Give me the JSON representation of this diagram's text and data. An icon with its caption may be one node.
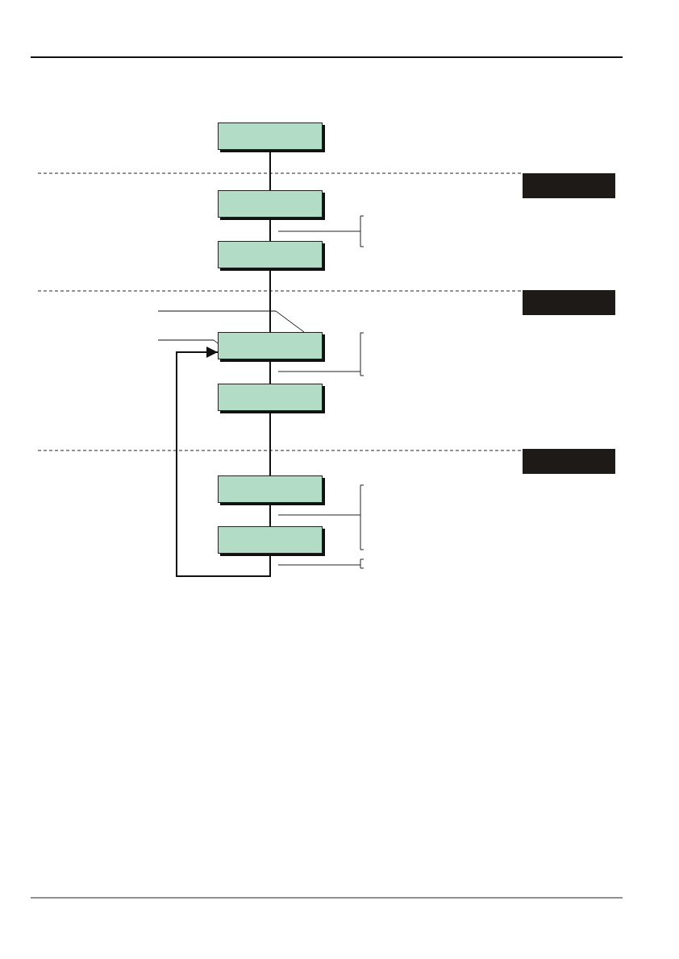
{
  "diagram": {
    "nodes": [
      {
        "text": [],
        "shape": "box"
      },
      {
        "text": [],
        "shape": "box"
      },
      {
        "text": [],
        "shape": "box"
      },
      {
        "text": [],
        "shape": "box"
      },
      {
        "text": [],
        "shape": "box"
      },
      {
        "text": [],
        "shape": "box"
      },
      {
        "text": [],
        "shape": "box"
      },
      {
        "text": [],
        "shape": "bar"
      },
      {
        "text": [],
        "shape": "bar"
      },
      {
        "text": [],
        "shape": "bar"
      }
    ],
    "edges": [
      {
        "from": 0,
        "to": 1,
        "arrow": "none"
      },
      {
        "from": 1,
        "to": 2,
        "arrow": "none"
      },
      {
        "from": 2,
        "to": 3,
        "arrow": "none"
      },
      {
        "from": 3,
        "to": 4,
        "arrow": "none"
      },
      {
        "from": 4,
        "to": 5,
        "arrow": "none"
      },
      {
        "from": 5,
        "to": 6,
        "arrow": "none"
      },
      {
        "from": 6,
        "to": 3,
        "arrow": "to"
      },
      {
        "from": null,
        "to": 3,
        "arrow": "none"
      },
      {
        "from": null,
        "to": 3,
        "arrow": "none"
      }
    ]
  }
}
